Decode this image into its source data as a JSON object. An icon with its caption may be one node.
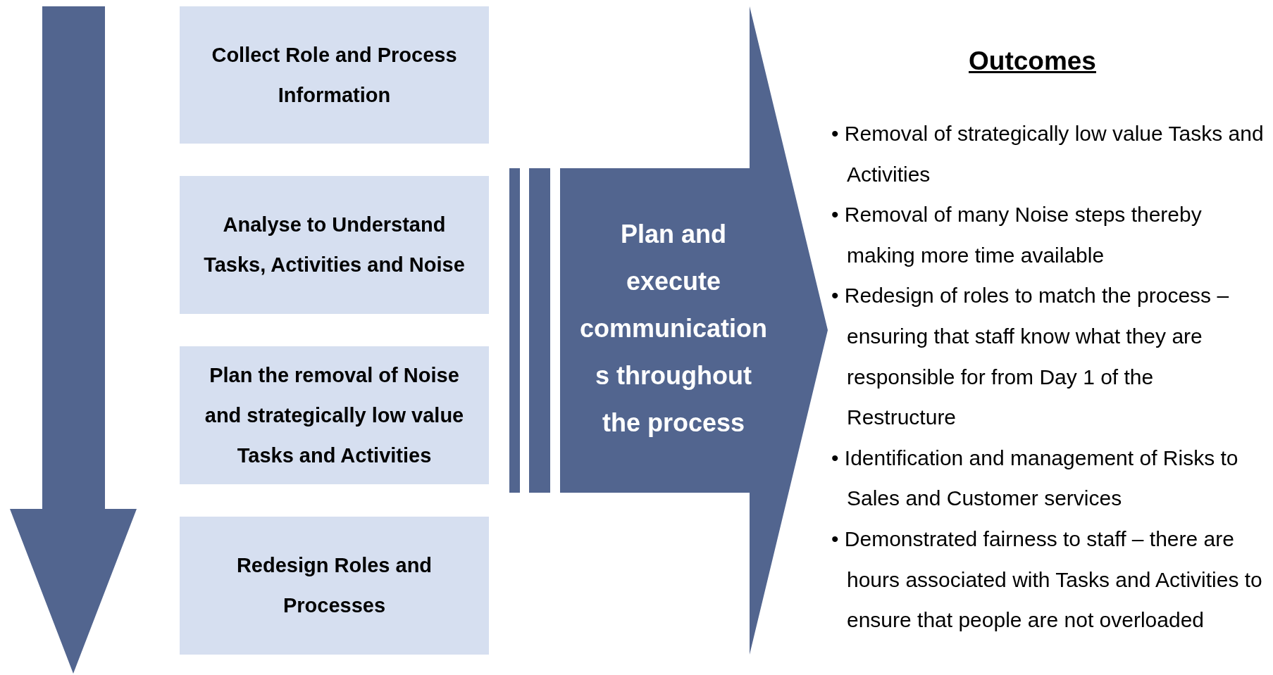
{
  "diagram": {
    "nodes": [
      {
        "text": [
          "Collect Role and Process Information"
        ]
      },
      {
        "text": [
          "Analyse to Understand Tasks, Activities and Noise"
        ]
      },
      {
        "text": [
          "Plan the removal of Noise and strategically low value Tasks and Activities"
        ]
      },
      {
        "text": [
          "Redesign Roles and Processes"
        ]
      },
      {
        "text": [
          "Plan and execute communications throughout the process"
        ]
      }
    ],
    "edges": [],
    "labels": [
      "Outcomes",
      "• Removal of strategically low value Tasks and Activities",
      "• Removal of many Noise steps thereby making more time available",
      "• Redesign of roles to match the process – ensuring that staff know what they are responsible for from Day 1 of the Restructure",
      "• Identification and management of Risks to Sales and Customer services",
      "• Demonstrated fairness to staff – there are hours associated with Tasks and Activities to ensure that people are not overloaded"
    ]
  }
}
